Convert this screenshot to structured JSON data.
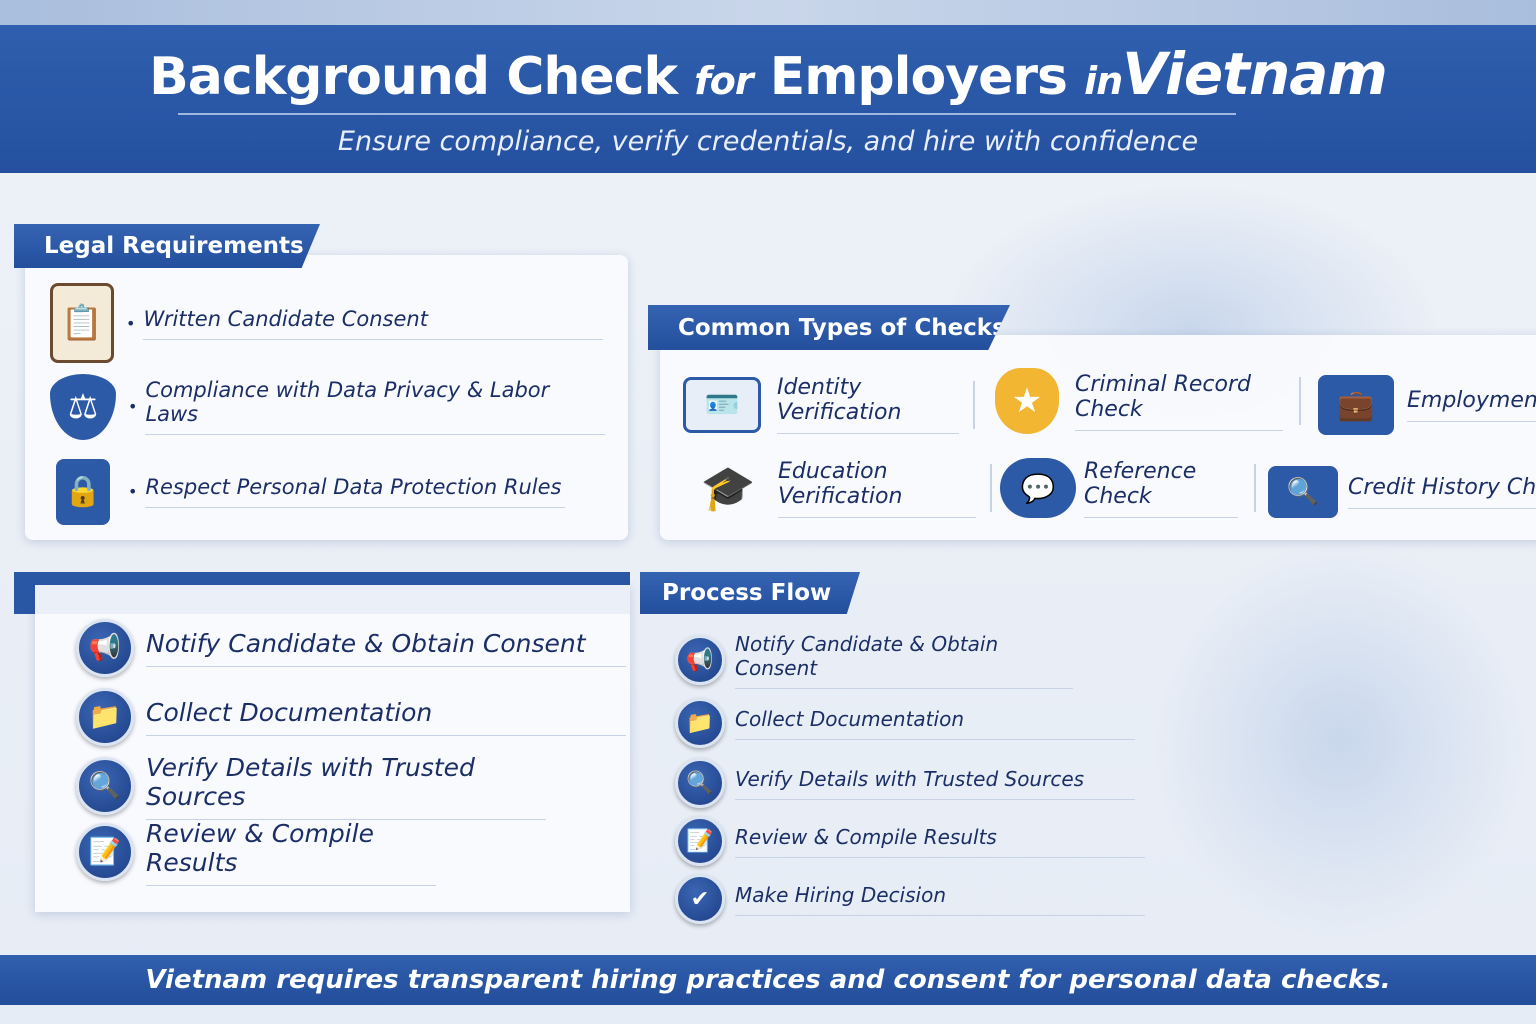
{
  "header": {
    "title_part1": "Background Check",
    "title_for": "for",
    "title_part2": "Employers",
    "title_in": "in",
    "title_part3": "Vietnam",
    "subtitle": "Ensure compliance, verify credentials, and hire with confidence"
  },
  "legal": {
    "heading": "Legal Requirements",
    "items": [
      {
        "icon": "clipboard-icon",
        "label": "Written Candidate Consent"
      },
      {
        "icon": "shield-scales-icon",
        "label": "Compliance with Data Privacy & Labor Laws"
      },
      {
        "icon": "padlock-icon",
        "label": "Respect Personal Data Protection Rules"
      }
    ]
  },
  "checks": {
    "heading": "Common Types of Checks",
    "items": [
      {
        "icon": "id-card-icon",
        "label": "Identity Verification"
      },
      {
        "icon": "police-badge-icon",
        "label": "Criminal Record Check"
      },
      {
        "icon": "briefcase-icon",
        "label": "Employment H"
      },
      {
        "icon": "graduation-cap-icon",
        "label": "Education Verification"
      },
      {
        "icon": "chat-bubbles-icon",
        "label": "Reference Check"
      },
      {
        "icon": "credit-card-magnifier-icon",
        "label": "Credit History Check"
      }
    ]
  },
  "steps_left": {
    "items": [
      {
        "icon": "megaphone-icon",
        "label": "Notify Candidate & Obtain Consent"
      },
      {
        "icon": "folder-icon",
        "label": "Collect Documentation"
      },
      {
        "icon": "magnifier-icon",
        "label": "Verify Details with Trusted Sources"
      },
      {
        "icon": "checklist-icon",
        "label": "Review & Compile Results"
      }
    ]
  },
  "process": {
    "heading": "Process Flow",
    "items": [
      {
        "icon": "megaphone-icon",
        "label": "Notify Candidate & Obtain Consent"
      },
      {
        "icon": "folder-icon",
        "label": "Collect Documentation"
      },
      {
        "icon": "magnifier-icon",
        "label": "Verify Details with Trusted Sources"
      },
      {
        "icon": "checklist-icon",
        "label": "Review & Compile Results"
      },
      {
        "icon": "checkmark-icon",
        "label": "Make Hiring Decision"
      }
    ]
  },
  "footer": {
    "text": "Vietnam requires transparent hiring practices and consent for personal data checks."
  },
  "colors": {
    "brand_blue": "#2d5aa6",
    "navy_text": "#1b2f66",
    "accent_gold": "#f2b632"
  }
}
